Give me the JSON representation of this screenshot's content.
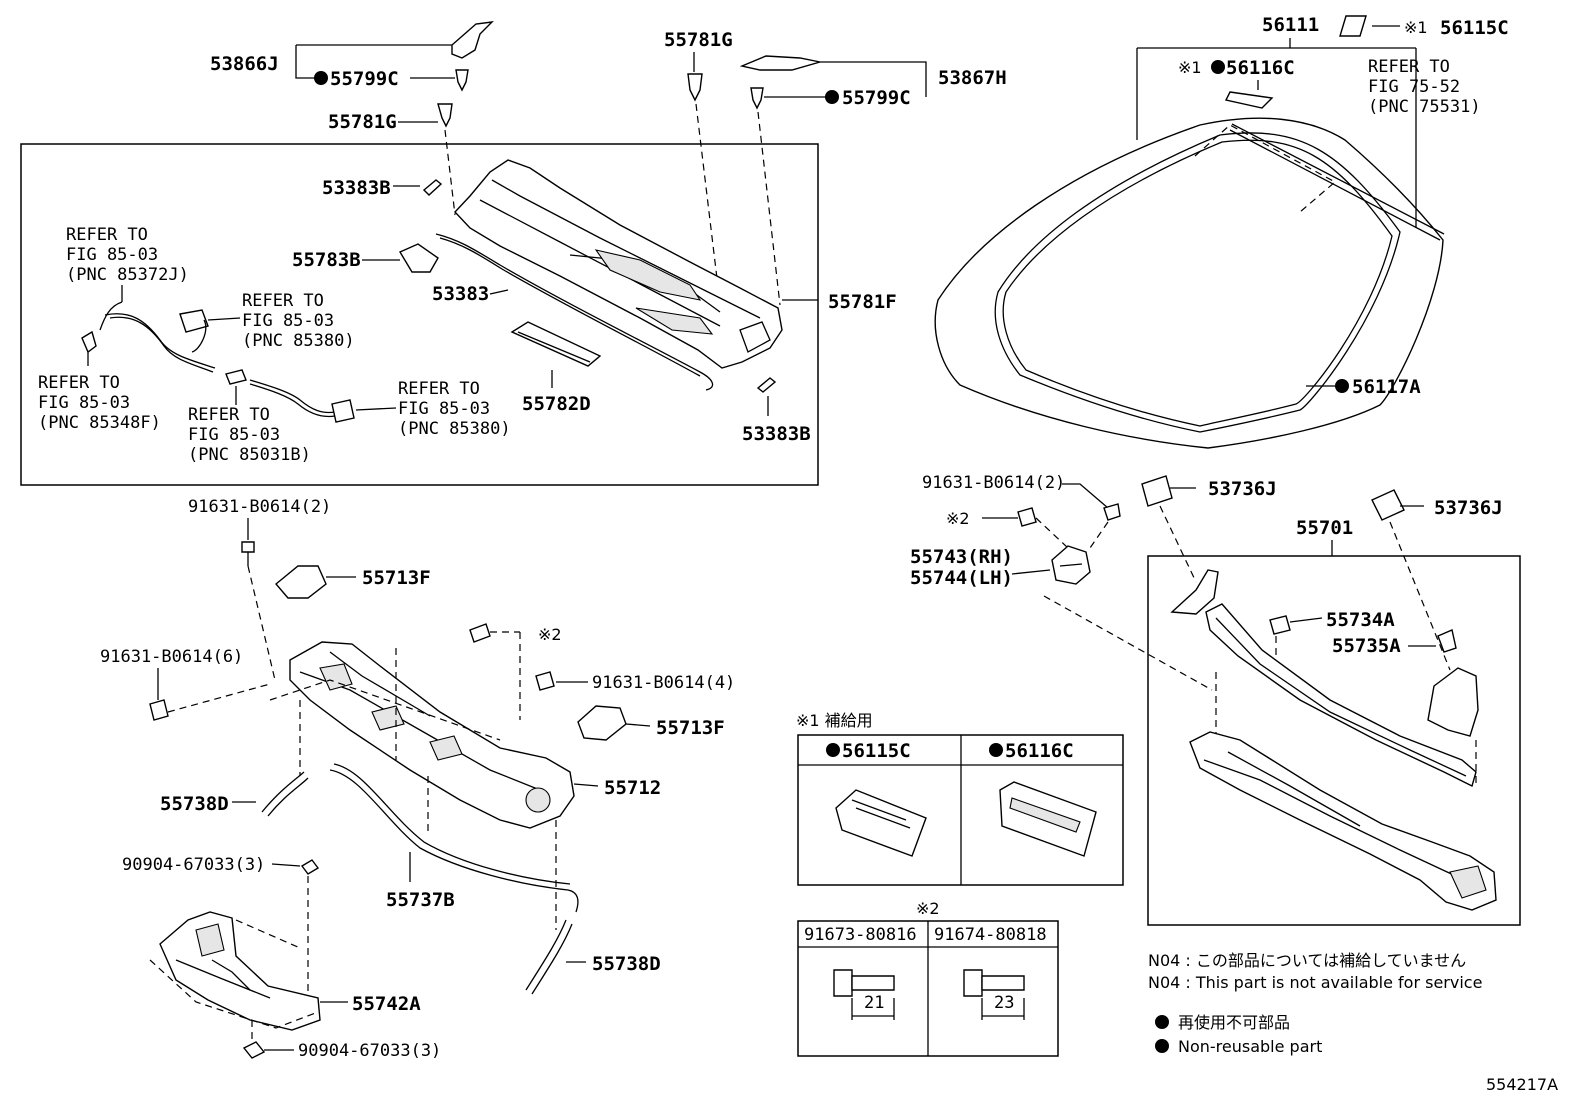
{
  "labels": {
    "p53866J": "53866J",
    "p55799C_a": "55799C",
    "p55781G_a": "55781G",
    "p55781G_b": "55781G",
    "p53867H": "53867H",
    "p55799C_b": "55799C",
    "p56111": "56111",
    "p56115C_top": "56115C",
    "p56116C_top": "56116C",
    "ref_75_1": "REFER TO",
    "ref_75_2": "FIG 75-52",
    "ref_75_3": "(PNC 75531)",
    "p53383B_a": "53383B",
    "p55783B": "55783B",
    "p53383": "53383",
    "p55781F": "55781F",
    "p55782D": "55782D",
    "p53383B_b": "53383B",
    "ref_a1": "REFER TO",
    "ref_a2": "FIG 85-03",
    "ref_a3": "(PNC 85372J)",
    "ref_b1": "REFER TO",
    "ref_b2": "FIG 85-03",
    "ref_b3": "(PNC 85380)",
    "ref_c1": "REFER TO",
    "ref_c2": "FIG 85-03",
    "ref_c3": "(PNC 85348F)",
    "ref_d1": "REFER TO",
    "ref_d2": "FIG 85-03",
    "ref_d3": "(PNC 85031B)",
    "ref_e1": "REFER TO",
    "ref_e2": "FIG 85-03",
    "ref_e3": "(PNC 85380)",
    "p56117A": "56117A",
    "b91631_2_left": "91631-B0614(2)",
    "p55713F_a": "55713F",
    "b91631_6": "91631-B0614(6)",
    "mark2_a": "※2",
    "b91631_4": "91631-B0614(4)",
    "p55713F_b": "55713F",
    "p55712": "55712",
    "p55738D_a": "55738D",
    "p55737B": "55737B",
    "c90904_a": "90904-67033(3)",
    "p55738D_b": "55738D",
    "p55742A": "55742A",
    "c90904_b": "90904-67033(3)",
    "b91631_2_right": "91631-B0614(2)",
    "mark2_b": "※2",
    "p55743": "55743(RH)",
    "p55744": "55744(LH)",
    "p53736J_a": "53736J",
    "p53736J_b": "53736J",
    "p55701": "55701",
    "p55734A": "55734A",
    "p55735A": "55735A",
    "mark1_a": "※1",
    "mark1_b": "※1"
  },
  "supply_table": {
    "title": "※1 補給用",
    "col1": "56115C",
    "col2": "56116C"
  },
  "bolt_table": {
    "title": "※2",
    "col1": "91673-80816",
    "col2": "91674-80818",
    "len1": "21",
    "len2": "23"
  },
  "notes": {
    "n04_jp": "N04 : この部品については補給していません",
    "n04_en": "N04 : This part is not available for service",
    "legend_jp": "再使用不可部品",
    "legend_en": "Non-reusable part"
  },
  "figure_id": "554217A"
}
